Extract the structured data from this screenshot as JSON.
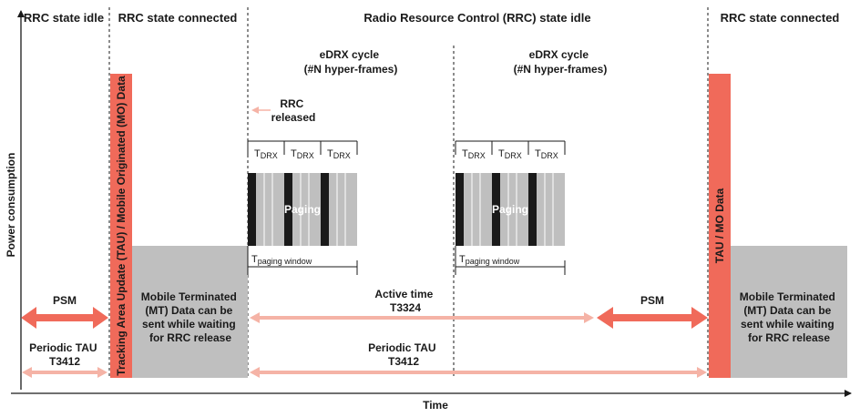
{
  "headers": {
    "idle_left": "RRC state idle",
    "connected_left": "RRC state connected",
    "idle_center": "Radio Resource Control (RRC) state idle",
    "connected_right": "RRC state connected"
  },
  "axes": {
    "y_label": "Power consumption",
    "x_label": "Time"
  },
  "bars": {
    "tau_mo_left": "Tracking Area Update (TAU) / Mobile Originated (MO) Data",
    "tau_mo_right": "TAU / MO Data"
  },
  "mt_box_left": [
    "Mobile Terminated",
    "(MT) Data can be",
    "sent while waiting",
    "for RRC release"
  ],
  "mt_box_right": [
    "Mobile Terminated",
    "(MT) Data can be",
    "sent while waiting",
    "for RRC release"
  ],
  "edrx_cycle_1": [
    "eDRX cycle",
    "(#N hyper-frames)"
  ],
  "edrx_cycle_2": [
    "eDRX cycle",
    "(#N hyper-frames)"
  ],
  "rrc_released": [
    "RRC",
    "released"
  ],
  "tdrx": {
    "main": "T",
    "sub": "DRX"
  },
  "paging_label": "Paging",
  "tpaging": {
    "main": "T",
    "sub": "paging window"
  },
  "psm_left": "PSM",
  "psm_right": "PSM",
  "periodic_tau_left": [
    "Periodic TAU",
    "T3412"
  ],
  "active_time": [
    "Active time",
    "T3324"
  ],
  "periodic_tau_center": [
    "Periodic TAU",
    "T3412"
  ],
  "colors": {
    "tau_bar": "#f06a5a",
    "mt_box": "#bfbfbf",
    "arrow_dark": "#f06a5a",
    "arrow_light": "#f5b3a6",
    "paging_dark": "#1a1a1a",
    "paging_light": "#bfbfbf"
  }
}
